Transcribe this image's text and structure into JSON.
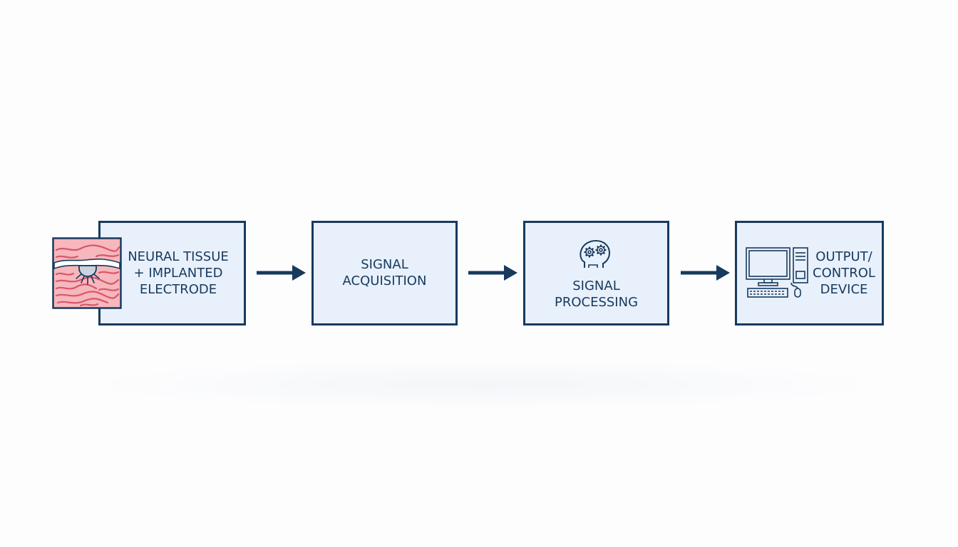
{
  "diagram": {
    "steps": [
      {
        "lines": [
          "NEURAL TISSUE",
          "+ IMPLANTED",
          "ELECTRODE"
        ],
        "icon": "neural-tissue-electrode-icon"
      },
      {
        "lines": [
          "SIGNAL",
          "ACQUISITION"
        ],
        "icon": ""
      },
      {
        "lines": [
          "SIGNAL",
          "PROCESSING"
        ],
        "icon": "brain-gears-icon"
      },
      {
        "lines": [
          "OUTPUT/",
          "CONTROL",
          "DEVICE"
        ],
        "icon": "computer-icon"
      }
    ],
    "connectors": [
      "arrow-right",
      "arrow-right",
      "arrow-right"
    ]
  },
  "colors": {
    "border": "#173a5e",
    "box_fill": "#e8f0fb",
    "tissue": "#f2a3ac",
    "tissue_lines": "#d9566a",
    "background": "#fdfdfe"
  }
}
